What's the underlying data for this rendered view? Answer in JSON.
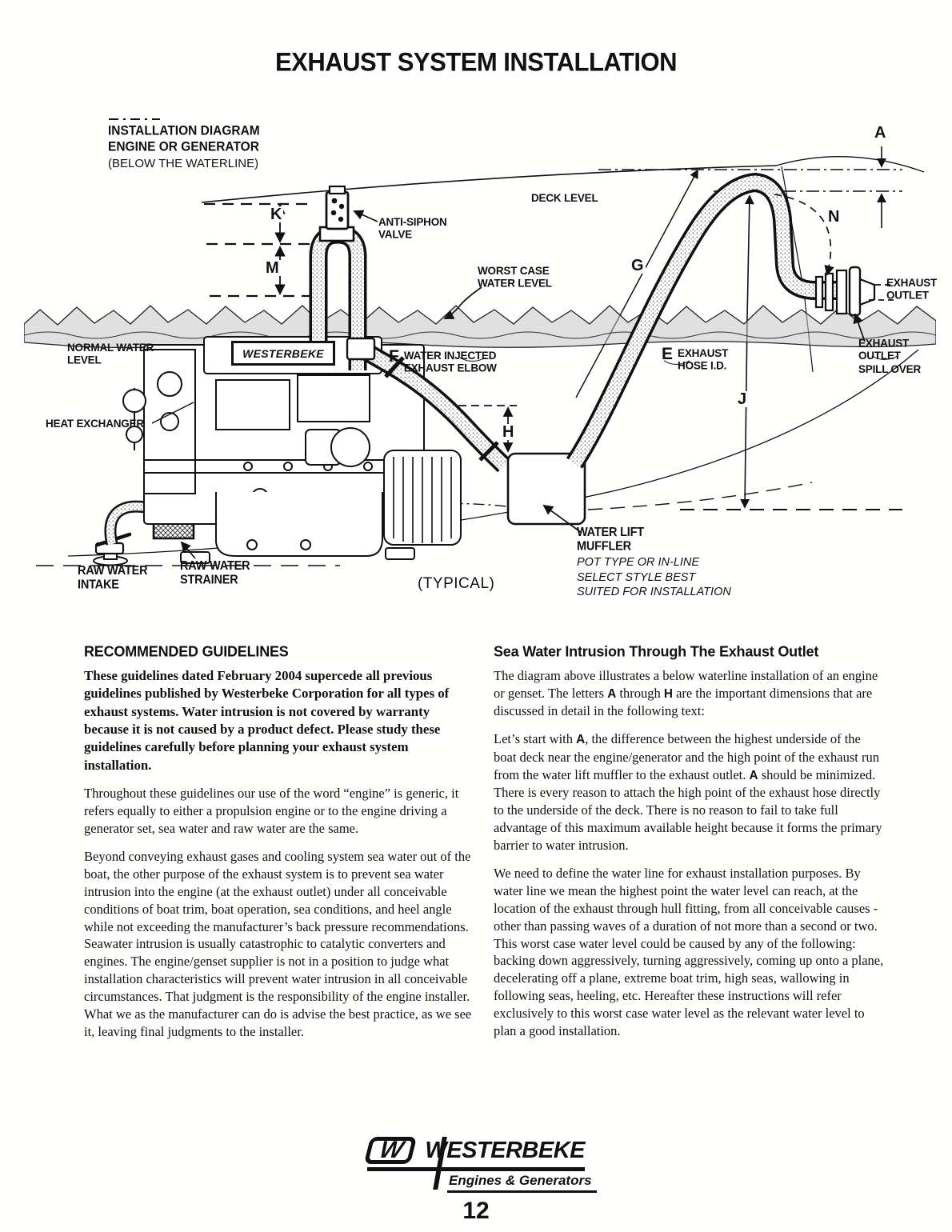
{
  "page": {
    "title": "EXHAUST SYSTEM INSTALLATION"
  },
  "diagram": {
    "subtitle": "INSTALLATION DIAGRAM\nENGINE OR GENERATOR",
    "subtitle_note": "(BELOW THE WATERLINE)",
    "letters": {
      "a": "A",
      "k": "K",
      "m": "M",
      "n": "N",
      "g": "G",
      "j": "J",
      "h": "H",
      "e": "E",
      "f": "F"
    },
    "labels": {
      "deck_level": "DECK LEVEL",
      "anti_siphon_valve": "ANTI-SIPHON\nVALVE",
      "worst_case_water_level": "WORST CASE\nWATER LEVEL",
      "exhaust_outlet": "EXHAUST\nOUTLET",
      "exhaust_outlet_spill_over": "EXHAUST\nOUTLET\nSPILL OVER",
      "normal_water_level": "NORMAL WATER\nLEVEL",
      "water_injected_exhaust_elbow": "WATER INJECTED\nEXHAUST ELBOW",
      "exhaust_hose_id": "EXHAUST\nHOSE I.D.",
      "heat_exchanger": "HEAT EXCHANGER",
      "water_lift_muffler": "WATER LIFT\nMUFFLER",
      "water_lift_muffler_note": "POT TYPE OR IN-LINE\nSELECT STYLE BEST\nSUITED FOR INSTALLATION",
      "raw_water_strainer": "RAW WATER\nSTRAINER",
      "raw_water_intake": "RAW WATER\nINTAKE",
      "typical": "(TYPICAL)",
      "engine_brand": "WESTERBEKE"
    }
  },
  "sections": {
    "left": {
      "heading": "RECOMMENDED GUIDELINES",
      "para_bold": "These guidelines dated February 2004 supercede all previous guidelines published by Westerbeke Corporation for all types of exhaust systems. Water intrusion is not covered by warranty because it is not caused by a product defect. Please study these guidelines carefully before planning your exhaust system installation.",
      "para2": "Throughout these guidelines our use of the word “engine” is generic, it refers equally to either a propulsion engine or to the engine driving a generator set, sea water and raw water are the same.",
      "para3": "Beyond conveying exhaust gases and cooling system sea water out of the boat, the other purpose of the exhaust system is to prevent sea water intrusion into the engine (at the exhaust outlet) under all conceivable conditions of boat trim, boat operation, sea conditions, and heel angle while not exceeding the manufacturer’s back pressure recommendations. Seawater intrusion is usually catastrophic to catalytic converters and engines. The engine/genset supplier is not in a position to judge what installation characteristics will prevent water intrusion in all conceivable circumstances. That judgment is the responsibility of the engine installer. What we as the manufacturer can do is advise the best practice, as we see it, leaving final judgments to the installer."
    },
    "right": {
      "heading": "Sea Water Intrusion Through The Exhaust Outlet",
      "para1_segments": [
        {
          "t": "The diagram above illustrates a below waterline installation of an engine or genset. The letters "
        },
        {
          "t": "A",
          "b": true
        },
        {
          "t": " through "
        },
        {
          "t": "H",
          "b": true
        },
        {
          "t": " are the important dimensions that are discussed in detail in the following text:"
        }
      ],
      "para2_segments": [
        {
          "t": "Let’s start with "
        },
        {
          "t": "A",
          "b": true
        },
        {
          "t": ", the difference between the highest underside of the boat deck near the engine/generator and the high point of the exhaust run from the water lift muffler to the exhaust outlet. "
        },
        {
          "t": "A",
          "b": true
        },
        {
          "t": " should be minimized. There is every reason to attach the high point of the exhaust hose directly to the underside of the deck. There is no reason to fail to take full advantage of this maximum available height because it forms the primary barrier to water intrusion."
        }
      ],
      "para3": "We need to define the water line for exhaust installation purposes. By water line we mean the highest point the water level can reach, at the location of the exhaust through hull fitting, from all conceivable causes - other than passing waves of a duration of not more than a second or two. This worst case water level could be caused by any of the following: backing down aggressively, turning aggressively, coming up onto a plane, decelerating off a plane, extreme boat trim, high seas, wallowing in following seas, heeling, etc. Hereafter these instructions will refer exclusively to this worst case water level as the relevant water level to plan a good installation."
    }
  },
  "footer": {
    "logo_letter": "W",
    "brand": "WESTERBEKE",
    "brand_sub": "Engines & Generators",
    "page_number": "12"
  }
}
